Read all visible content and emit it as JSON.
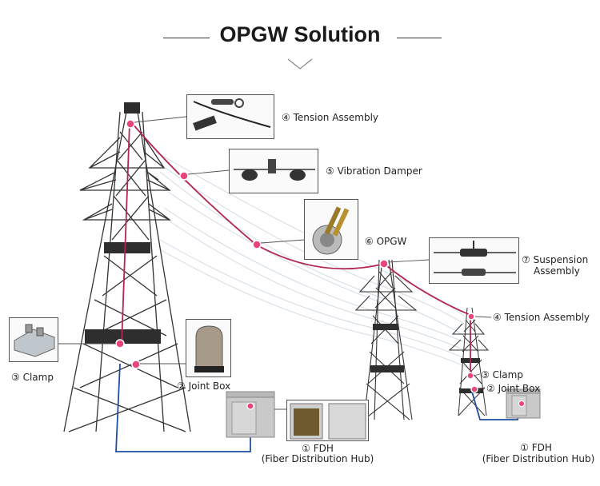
{
  "title": "OPGW Solution",
  "labels": {
    "tension_assembly_top": "④ Tension Assembly",
    "vibration_damper": "⑤ Vibration Damper",
    "opgw": "⑥ OPGW",
    "suspension_assembly_1": "⑦ Suspension",
    "suspension_assembly_2": "Assembly",
    "tension_assembly_right": "④ Tension Assembly",
    "clamp_left": "③ Clamp",
    "joint_box_left": "② Joint Box",
    "fdh_left_1": "① FDH",
    "fdh_left_2": "(Fiber Distribution Hub)",
    "clamp_right": "③ Clamp",
    "joint_box_right": "② Joint Box",
    "fdh_right_1": "① FDH",
    "fdh_right_2": "(Fiber Distribution Hub)"
  },
  "colors": {
    "opgw_cable": "#b3264f",
    "fiber_line": "#1f4fa0",
    "marker": "#e8457a",
    "tower": "#333333",
    "crossarm": "#2e2e2e",
    "callout_line": "#555555"
  },
  "icons": [
    "chevron-down-icon"
  ]
}
